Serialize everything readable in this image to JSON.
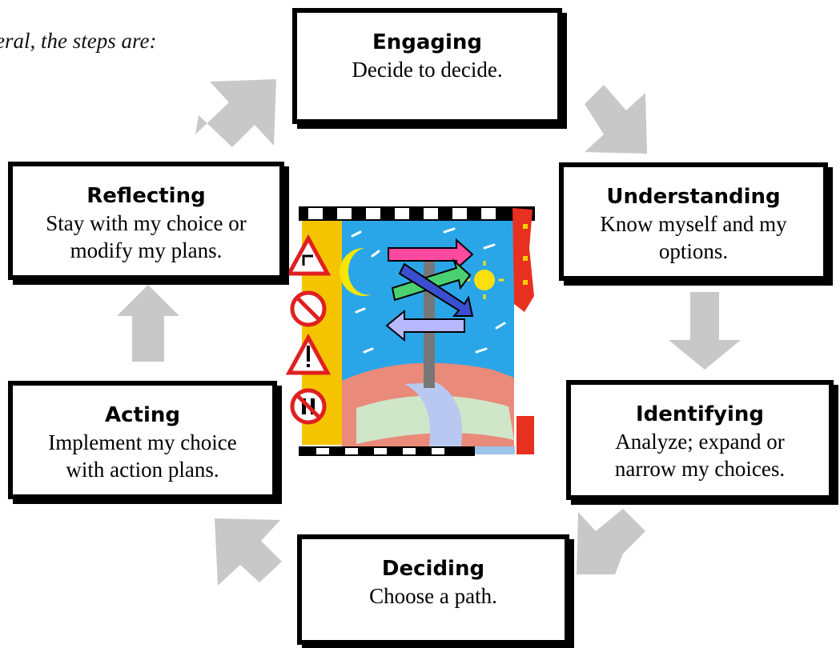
{
  "intro_text": "eral, the steps are:",
  "steps": [
    {
      "title": "Engaging",
      "description": "Decide to decide."
    },
    {
      "title": "Understanding",
      "description_line1": "Know myself and my",
      "description_line2": "options."
    },
    {
      "title": "Identifying",
      "description_line1": "Analyze; expand or",
      "description_line2": "narrow my choices."
    },
    {
      "title": "Deciding",
      "description": "Choose a path."
    },
    {
      "title": "Acting",
      "description_line1": "Implement my choice",
      "description_line2": "with action plans."
    },
    {
      "title": "Reflecting",
      "description_line1": "Stay with my choice or",
      "description_line2": "modify my plans."
    }
  ],
  "colors": {
    "arrow": "#c8c8c8",
    "box_border": "#000000"
  }
}
